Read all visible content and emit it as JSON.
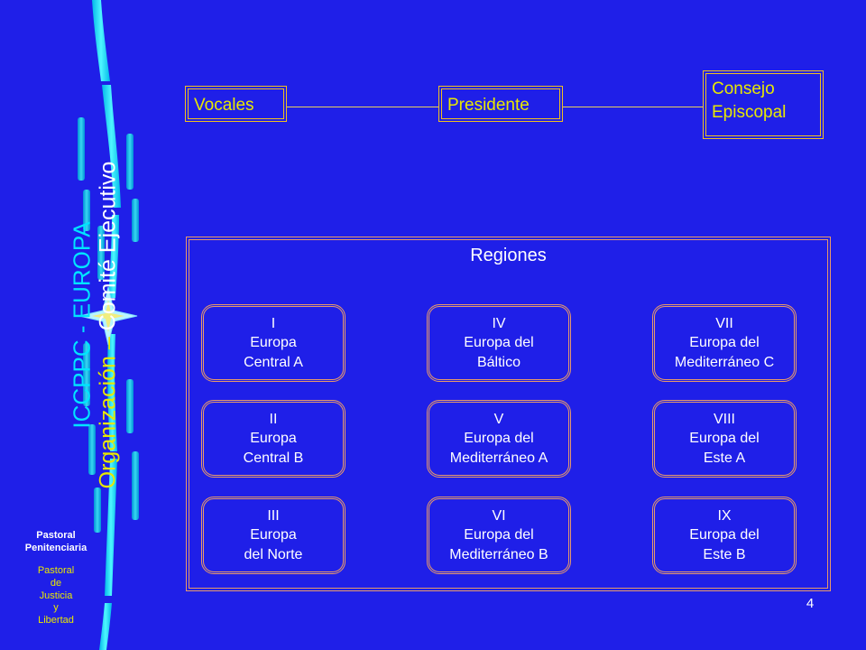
{
  "sidebar": {
    "title": "ICCPPC - EUROPA",
    "subtitle_prefix": "Organización – ",
    "subtitle_suffix": "Comité Ejecutivo",
    "footer_title": [
      "Pastoral",
      "Penitenciaria"
    ],
    "footer_sub": [
      "Pastoral",
      "de",
      "Justicia",
      "y",
      "Libertad"
    ]
  },
  "page_number": "4",
  "top": {
    "vocales": "Vocales",
    "presidente": "Presidente",
    "consejo": [
      "Consejo",
      "Episcopal"
    ]
  },
  "regions": {
    "title": "Regiones",
    "items": [
      {
        "lines": [
          "I",
          "Europa",
          "Central A"
        ]
      },
      {
        "lines": [
          "II",
          "Europa",
          "Central B"
        ]
      },
      {
        "lines": [
          "III",
          "Europa",
          "del Norte"
        ]
      },
      {
        "lines": [
          "IV",
          "Europa del",
          "Báltico"
        ]
      },
      {
        "lines": [
          "V",
          "Europa del",
          "Mediterráneo A"
        ]
      },
      {
        "lines": [
          "VI",
          "Europa del",
          "Mediterráneo B"
        ]
      },
      {
        "lines": [
          "VII",
          "Europa del",
          "Mediterráneo C"
        ]
      },
      {
        "lines": [
          "VIII",
          "Europa del",
          "Este A"
        ]
      },
      {
        "lines": [
          "IX",
          "Europa del",
          "Este B"
        ]
      }
    ]
  },
  "colors": {
    "background": "#1f1fe8",
    "cyan_accent": "#00e5ff",
    "yellow_text": "#e8e800",
    "gold_border": "#f0c020",
    "salmon_border": "#e89a6a"
  }
}
